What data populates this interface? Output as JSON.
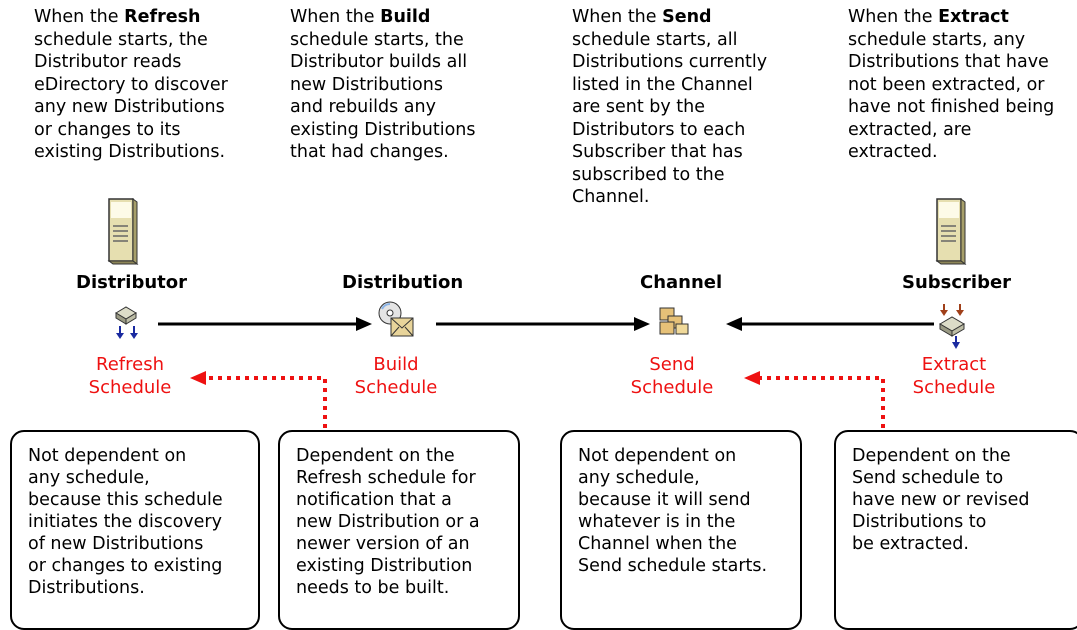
{
  "descriptions": {
    "refresh": {
      "pre": "When the ",
      "bold": "Refresh",
      "lines": [
        "schedule starts, the",
        "Distributor reads",
        "eDirectory to discover",
        "any new Distributions",
        "or changes to its",
        "existing Distributions."
      ]
    },
    "build": {
      "pre": "When the ",
      "bold": "Build",
      "lines": [
        "schedule starts, the",
        "Distributor builds all",
        "new Distributions",
        "and rebuilds any",
        "existing Distributions",
        "that had changes."
      ]
    },
    "send": {
      "pre": "When the ",
      "bold": "Send",
      "lines": [
        "schedule starts, all",
        "Distributions currently",
        "listed in the Channel",
        "are sent by the",
        "Distributors to each",
        "Subscriber that has",
        "subscribed to the",
        "Channel."
      ]
    },
    "extract": {
      "pre": "When the ",
      "bold": "Extract",
      "lines": [
        "schedule starts, any",
        "Distributions that have",
        "not been extracted, or",
        "have not finished being",
        "extracted, are",
        "extracted."
      ]
    }
  },
  "nodes": {
    "distributor": "Distributor",
    "distribution": "Distribution",
    "channel": "Channel",
    "subscriber": "Subscriber"
  },
  "schedules": {
    "refresh": [
      "Refresh",
      "Schedule"
    ],
    "build": [
      "Build",
      "Schedule"
    ],
    "send": [
      "Send",
      "Schedule"
    ],
    "extract": [
      "Extract",
      "Schedule"
    ]
  },
  "boxes": {
    "refresh": [
      "Not dependent on",
      "any schedule,",
      "because this schedule",
      "initiates the discovery",
      "of new Distributions",
      "or changes to existing",
      "Distributions."
    ],
    "build": [
      "Dependent on the",
      "Refresh schedule for",
      "notification that a",
      "new Distribution or a",
      "newer version of an",
      "existing Distribution",
      "needs to be built."
    ],
    "send": [
      "Not dependent on",
      "any schedule,",
      "because it will send",
      "whatever is in the",
      "Channel when the",
      "Send schedule starts."
    ],
    "extract": [
      "Dependent on the",
      "Send schedule to",
      "have new or revised",
      "Distributions to",
      "be extracted."
    ]
  },
  "colors": {
    "schedule_text": "#ee1111",
    "dependency_arrow": "#ee1111",
    "flow_arrow": "#000000",
    "server_body": "#e6dfb0",
    "icon_arrow_down": "#1a2aa0",
    "icon_arrow_in": "#a0401a"
  }
}
